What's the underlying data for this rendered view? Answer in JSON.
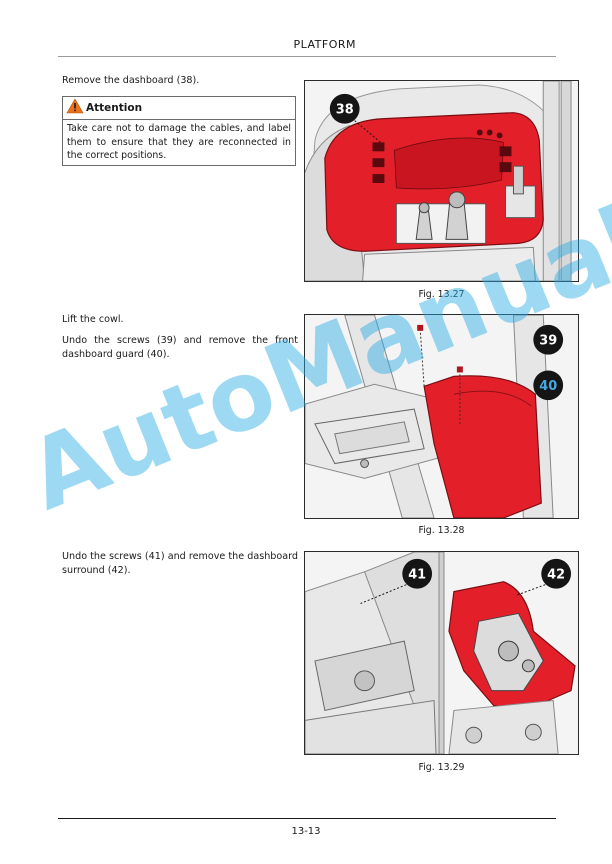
{
  "header": {
    "section_title": "PLATFORM"
  },
  "steps": [
    {
      "text": "Remove the dashboard (38).",
      "attention": {
        "label": "Attention",
        "text": "Take care not to damage the cables, and label them to ensure that they are reconnected in the correct positions."
      },
      "figure": {
        "caption": "Fig. 13.27",
        "callouts": [
          "38"
        ]
      }
    },
    {
      "text_lines": [
        "Lift the cowl.",
        "Undo the screws (39) and remove the front dashboard guard (40)."
      ],
      "figure": {
        "caption": "Fig. 13.28",
        "callouts": [
          "39",
          "40"
        ]
      }
    },
    {
      "text": "Undo the screws (41) and remove the dashboard surround (42).",
      "figure": {
        "caption": "Fig. 13.29",
        "callouts": [
          "41",
          "42"
        ]
      }
    }
  ],
  "watermark": "AutoManual",
  "footer": {
    "page_number": "13-13"
  },
  "colors": {
    "highlight_red": "#e3202a",
    "callout_black": "#151515",
    "callout_blue_text": "#46a8e0"
  },
  "icons": {
    "attention": "warning-triangle-icon"
  }
}
